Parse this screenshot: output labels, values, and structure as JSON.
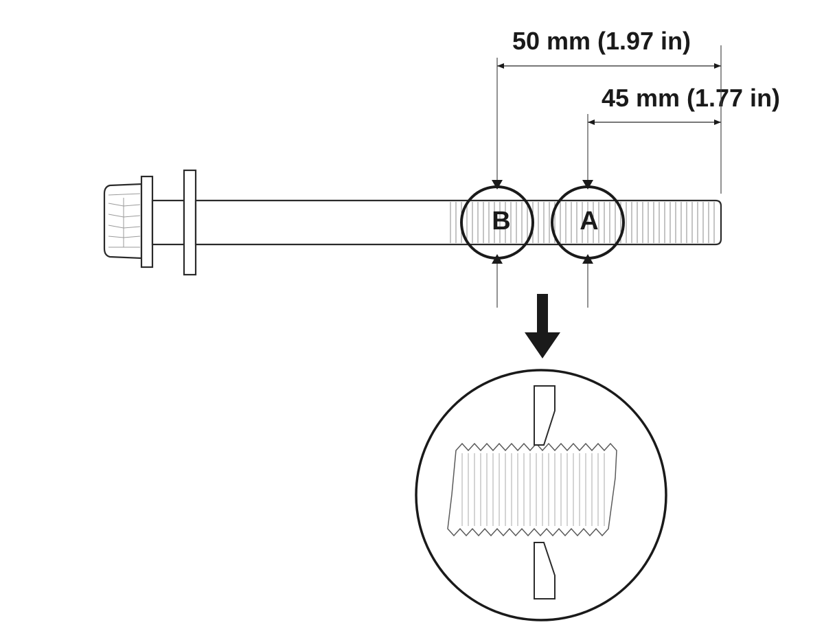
{
  "dimensions": {
    "outer": "50 mm (1.97 in)",
    "inner": "45 mm (1.77 in)"
  },
  "points": {
    "a": "A",
    "b": "B"
  },
  "colors": {
    "line": "#2a2a2a",
    "background": "#ffffff"
  }
}
